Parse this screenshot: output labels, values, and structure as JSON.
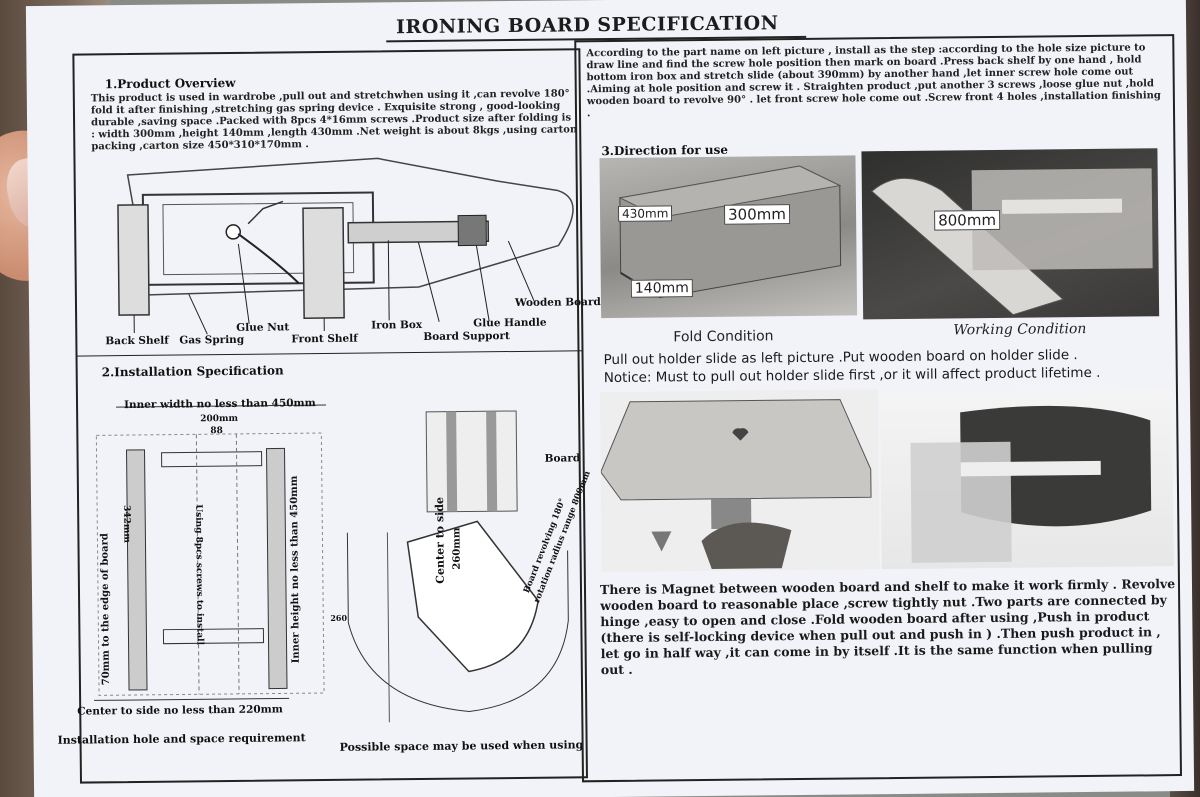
{
  "title": "IRONING BOARD SPECIFICATION",
  "overview": {
    "heading": "1.Product Overview",
    "body": "This product is used in wardrobe ,pull out and stretchwhen using it ,can revolve 180° fold it after finishing ,stretching gas spring device . Exquisite strong , good-looking durable ,saving space .Packed with 8pcs 4*16mm screws .Product size after folding is : width 300mm ,height 140mm ,length 430mm .Net weight is about 8kgs ,using carton packing ,carton size 450*310*170mm .",
    "labels": {
      "wooden_board": "Wooden Board",
      "back_shelf": "Back Shelf",
      "gas_spring": "Gas Spring",
      "glue_nut": "Glue Nut",
      "front_shelf": "Front Shelf",
      "iron_box": "Iron Box",
      "glue_handle": "Glue Handle",
      "board_support": "Board Support"
    }
  },
  "installation": {
    "heading": "2.Installation Specification",
    "inner_width": "Inner width no less than 450mm",
    "dim_200": "200mm",
    "dim_88": "88",
    "screws": "Using 8pcs screws to install",
    "dim_342": "342mm",
    "to_edge": "70mm to the edge of board",
    "inner_height": "Inner height no less than 450mm",
    "center_side": "Center to side no less than 220mm",
    "caption_left": "Installation hole and space requirement",
    "board": "Board",
    "center_to_side": "Center to side",
    "dim_260": "260mm",
    "revolving": "Board revolving 180°",
    "rotation_radius": "rotation radius range 800mm",
    "dim_260_small": "260",
    "caption_right": "Possible space may be used when using"
  },
  "steps": {
    "body": "According to the part name on left picture , install as the step :according to the hole size picture to draw line and find the screw hole position then mark on board .Press back shelf by one hand , hold bottom iron box and stretch slide (about 390mm) by another hand ,let inner screw hole come out .Aiming at hole position and screw it . Straighten product ,put another 3 screws ,loose glue nut ,hold wooden board to revolve 90° . let front screw hole come out .Screw front 4 holes ,installation finishing ."
  },
  "direction": {
    "heading": "3.Direction for use",
    "dim_430": "430mm",
    "dim_300": "300mm",
    "dim_140": "140mm",
    "dim_800": "800mm",
    "fold_condition": "Fold Condition",
    "working_condition": "Working Condition",
    "pull_out": "Pull out holder slide as left picture .Put wooden board on holder slide .",
    "notice": "Notice: Must to pull out holder slide first ,or it will affect product lifetime .",
    "magnet": "There is Magnet between wooden board and shelf to make it work firmly . Revolve wooden board to reasonable place ,screw tightly nut .Two parts are connected by hinge ,easy to open and close .Fold wooden board after using ,Push in product (there is self-locking device when pull out and push in ) .Then push product in , let go in half way ,it can come in by itself .It is the same function when pulling out ."
  }
}
